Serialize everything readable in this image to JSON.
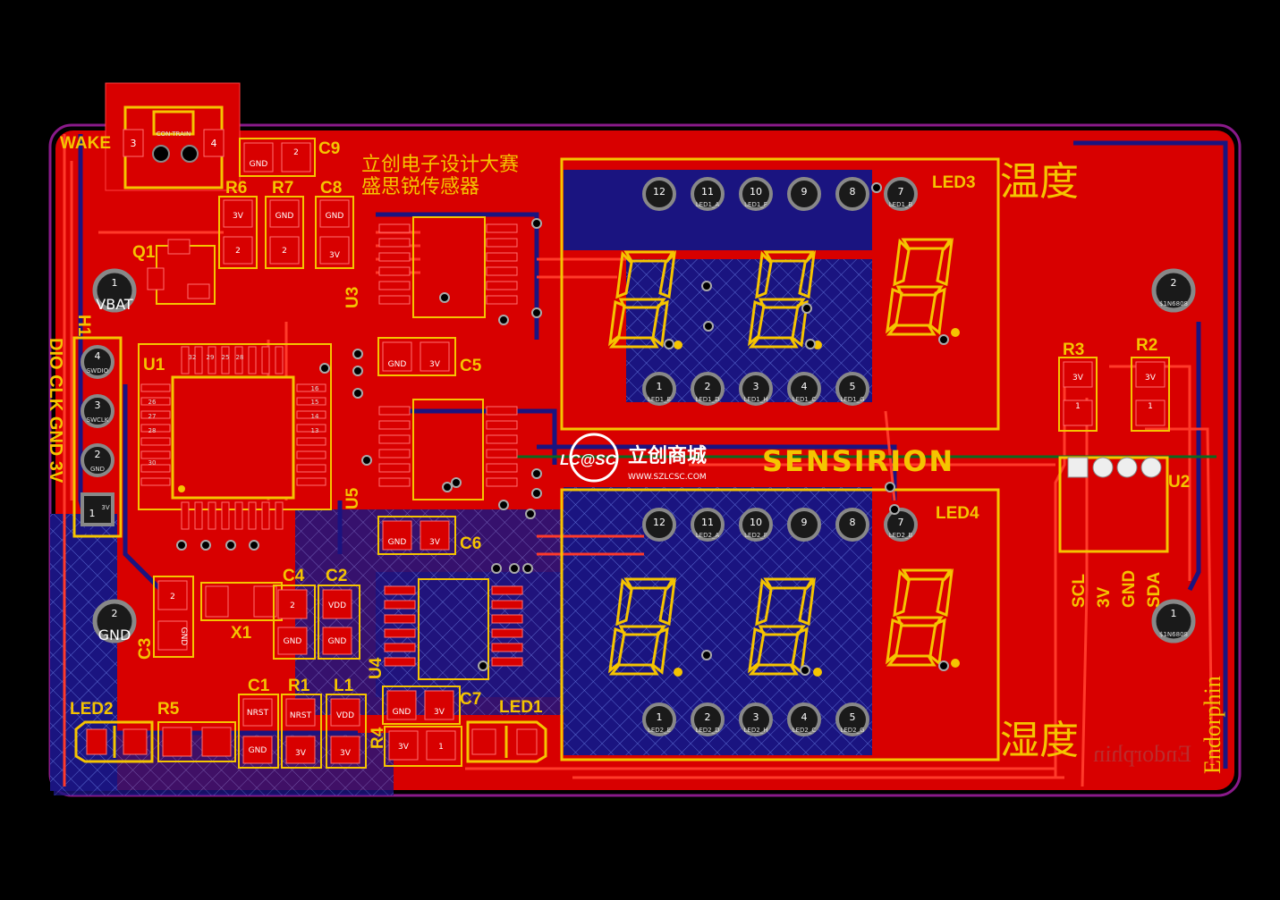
{
  "board": {
    "title_line1": "立创电子设计大赛",
    "title_line2": "盛思锐传感器",
    "brand_lcsc": "LC@SC",
    "brand_lcsc_cn": "立创商城",
    "brand_url": "WWW.SZLCSC.COM",
    "brand_sensirion": "SENSIRION",
    "temperature_label": "温度",
    "humidity_label": "湿度",
    "author": "Endorphin",
    "author_mirror": "Endorphin",
    "colors": {
      "background": "#000000",
      "copper_top": "#e00000",
      "copper_bottom": "#1a1480",
      "silkscreen": "#f5c400",
      "outline": "#8a1a8a"
    }
  },
  "refs": {
    "wake": "WAKE",
    "c9": "C9",
    "r6": "R6",
    "r7": "R7",
    "c8": "C8",
    "q1": "Q1",
    "h1": "H1",
    "u1": "U1",
    "u3": "U3",
    "c5": "C5",
    "u5": "U5",
    "c6": "C6",
    "u4": "U4",
    "c7": "C7",
    "led1": "LED1",
    "led2": "LED2",
    "r5": "R5",
    "r4": "R4",
    "c1": "C1",
    "r1": "R1",
    "l1": "L1",
    "c3": "C3",
    "x1": "X1",
    "c4": "C4",
    "c2": "C2",
    "led3": "LED3",
    "led4": "LED4",
    "r3": "R3",
    "r2": "R2",
    "u2": "U2"
  },
  "wake_pins": {
    "left": "3",
    "right": "4",
    "label": "CON-TRAIN"
  },
  "mount_holes": [
    {
      "num": "1",
      "label": "VBAT"
    },
    {
      "num": "2",
      "label": "GND"
    },
    {
      "num": "2",
      "label": "$1N6808"
    },
    {
      "num": "1",
      "label": "$1N6808"
    }
  ],
  "h1_pins": [
    {
      "num": "4",
      "label": "SWDIO"
    },
    {
      "num": "3",
      "label": "SWCLK"
    },
    {
      "num": "2",
      "label": "GND"
    },
    {
      "num": "1",
      "label": "3V"
    }
  ],
  "h1_side_label": "DIO CLK GND 3V",
  "u1_pins": {
    "top": [
      "32",
      "29",
      "25",
      "28"
    ],
    "left": [
      "26",
      "27",
      "28",
      "30"
    ],
    "right": [
      "16",
      "15",
      "14",
      "13"
    ]
  },
  "smd_pads": {
    "c9": [
      "GND",
      "2"
    ],
    "r6": [
      "3V",
      "2"
    ],
    "r7": [
      "GND",
      "2"
    ],
    "c8": [
      "GND",
      "3V"
    ],
    "c5": [
      "GND",
      "3V"
    ],
    "c6": [
      "GND",
      "3V"
    ],
    "c7": [
      "GND",
      "3V"
    ],
    "c4": [
      "2",
      "GND"
    ],
    "c2": [
      "VDD",
      "GND"
    ],
    "c3": [
      "2",
      "GND"
    ],
    "c1": [
      "NRST",
      "GND"
    ],
    "r1": [
      "NRST",
      "3V"
    ],
    "l1": [
      "VDD",
      "3V"
    ],
    "r4": [
      "3V",
      "1"
    ],
    "r3": [
      "3V",
      "1"
    ],
    "r2": [
      "3V",
      "1"
    ]
  },
  "led3": {
    "top_pins": [
      {
        "num": "12",
        "label": ""
      },
      {
        "num": "11",
        "label": "LED1_A"
      },
      {
        "num": "10",
        "label": "LED1_F"
      },
      {
        "num": "9",
        "label": ""
      },
      {
        "num": "8",
        "label": ""
      },
      {
        "num": "7",
        "label": "LED1_B"
      }
    ],
    "bottom_pins": [
      {
        "num": "1",
        "label": "LED1_E"
      },
      {
        "num": "2",
        "label": "LED1_D"
      },
      {
        "num": "3",
        "label": "LED1_H"
      },
      {
        "num": "4",
        "label": "LED1_C"
      },
      {
        "num": "5",
        "label": "LED1_G"
      }
    ]
  },
  "led4": {
    "top_pins": [
      {
        "num": "12",
        "label": ""
      },
      {
        "num": "11",
        "label": "LED2_A"
      },
      {
        "num": "10",
        "label": "LED2_F"
      },
      {
        "num": "9",
        "label": ""
      },
      {
        "num": "8",
        "label": ""
      },
      {
        "num": "7",
        "label": "LED2_B"
      }
    ],
    "bottom_pins": [
      {
        "num": "1",
        "label": "LED2_E"
      },
      {
        "num": "2",
        "label": "LED2_D"
      },
      {
        "num": "3",
        "label": "LED2_H"
      },
      {
        "num": "4",
        "label": "LED2_C"
      },
      {
        "num": "5",
        "label": "LED2_G"
      }
    ]
  },
  "u2_pins": [
    "SCL",
    "3V",
    "GND",
    "SDA"
  ]
}
